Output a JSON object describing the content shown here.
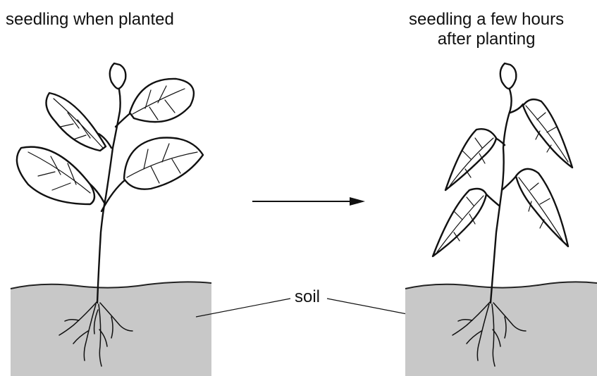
{
  "labels": {
    "left_title": "seedling when planted",
    "right_title_line1": "seedling a few hours",
    "right_title_line2": "after planting",
    "soil": "soil"
  },
  "colors": {
    "soil": "#c8c8c8",
    "line": "#111111"
  }
}
